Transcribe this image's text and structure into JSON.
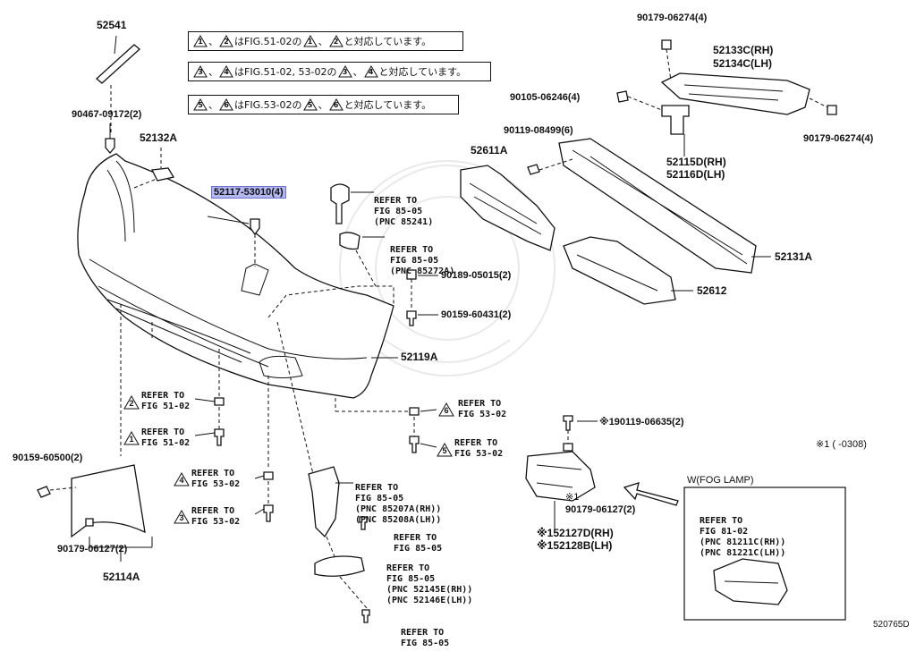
{
  "notes": [
    {
      "tri1": "1",
      "tri2": "2",
      "text_a": "、",
      "text_b": "はFIG.51-02の",
      "tri3": "1",
      "text_c": "、",
      "tri4": "2",
      "text_d": "と対応しています。"
    },
    {
      "tri1": "3",
      "tri2": "4",
      "text_a": "、",
      "text_b": "はFIG.51-02, 53-02の",
      "tri3": "3",
      "text_c": "、",
      "tri4": "4",
      "text_d": "と対応しています。"
    },
    {
      "tri1": "5",
      "tri2": "6",
      "text_a": "、",
      "text_b": "はFIG.53-02の",
      "tri3": "5",
      "text_c": "、",
      "tri4": "6",
      "text_d": "と対応しています。"
    }
  ],
  "parts": {
    "p52541": "52541",
    "p90467": "90467-09172(2)",
    "p52132A": "52132A",
    "p52117": "52117-53010(4)",
    "p90179a": "90179-06274(4)",
    "p52133C": "52133C(RH)",
    "p52134C": "52134C(LH)",
    "p90105": "90105-06246(4)",
    "p90179b": "90179-06274(4)",
    "p90119": "90119-08499(6)",
    "p52611A": "52611A",
    "p52115D": "52115D(RH)",
    "p52116D": "52116D(LH)",
    "p52131A": "52131A",
    "p52612": "52612",
    "p90189": "90189-05015(2)",
    "p90159a": "90159-60431(2)",
    "p52119A": "52119A",
    "p190119": "※190119-06635(2)",
    "pnote1": "※1 (    -0308)",
    "p90159b": "90159-60500(2)",
    "p90179c": "90179-06127(2)",
    "p52114A": "52114A",
    "p_x1": "※1",
    "p90179d": "90179-06127(2)",
    "p152127": "※152127D(RH)",
    "p152128": "※152128B(LH)",
    "fog_title": "W(FOG LAMP)",
    "fig_code": "520765D"
  },
  "refs": {
    "r85241": {
      "line1": "REFER TO",
      "line2": "FIG 85-05",
      "line3": "(PNC 85241)"
    },
    "r85272": {
      "line1": "REFER TO",
      "line2": "FIG 85-05",
      "line3": "(PNC 85272A)"
    },
    "r2_5102": {
      "tri": "2",
      "line1": "REFER TO",
      "line2": "FIG 51-02"
    },
    "r1_5102": {
      "tri": "1",
      "line1": "REFER TO",
      "line2": "FIG 51-02"
    },
    "r6_5302": {
      "tri": "6",
      "line1": "REFER TO",
      "line2": "FIG 53-02"
    },
    "r5_5302": {
      "tri": "5",
      "line1": "REFER TO",
      "line2": "FIG 53-02"
    },
    "r4_5302": {
      "tri": "4",
      "line1": "REFER TO",
      "line2": "FIG 53-02"
    },
    "r3_5302": {
      "tri": "3",
      "line1": "REFER TO",
      "line2": "FIG 53-02"
    },
    "r85207": {
      "line1": "REFER TO",
      "line2": "FIG 85-05",
      "line3": "(PNC 85207A(RH))",
      "line4": "(PNC 85208A(LH))"
    },
    "r8505a": {
      "line1": "REFER TO",
      "line2": "FIG 85-05"
    },
    "r85145": {
      "line1": "REFER TO",
      "line2": "FIG 85-05",
      "line3": "(PNC 52145E(RH))",
      "line4": "(PNC 52146E(LH))"
    },
    "r8505b": {
      "line1": "REFER TO",
      "line2": "FIG 85-05"
    },
    "r8102": {
      "line1": "REFER TO",
      "line2": "FIG 81-02",
      "line3": "(PNC 81211C(RH))",
      "line4": "(PNC 81221C(LH))"
    }
  }
}
